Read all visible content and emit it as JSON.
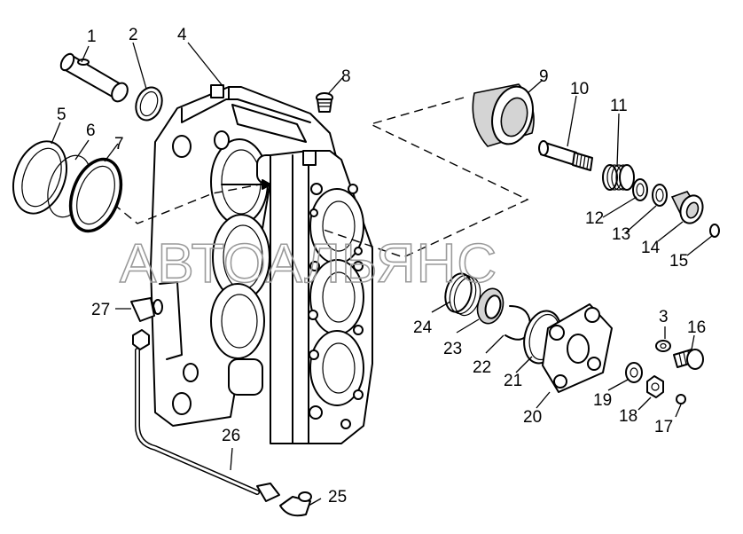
{
  "watermark": "АВТОАЛЬЯНС",
  "callouts": [
    "1",
    "2",
    "3",
    "4",
    "5",
    "6",
    "7",
    "8",
    "9",
    "10",
    "11",
    "12",
    "13",
    "14",
    "15",
    "16",
    "17",
    "18",
    "19",
    "20",
    "21",
    "22",
    "23",
    "24",
    "25",
    "26",
    "27"
  ]
}
